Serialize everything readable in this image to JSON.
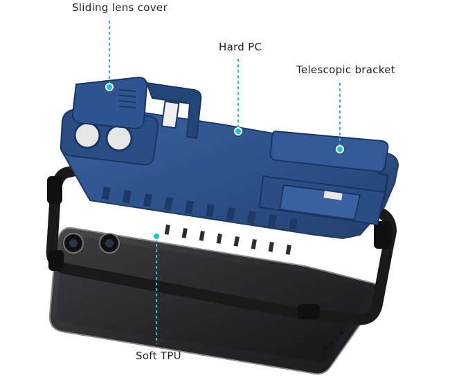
{
  "callouts": {
    "sliding_lens_cover": "Sliding lens cover",
    "hard_pc": "Hard PC",
    "telescopic_bracket": "Telescopic bracket",
    "soft_tpu": "Soft TPU"
  },
  "colors": {
    "callout_line": "#17c3d6",
    "case_blue": "#2c4f86",
    "case_blue_dark": "#1d3a66",
    "bumper_black": "#1a1a1a",
    "phone_body": "#2b2b2e"
  }
}
